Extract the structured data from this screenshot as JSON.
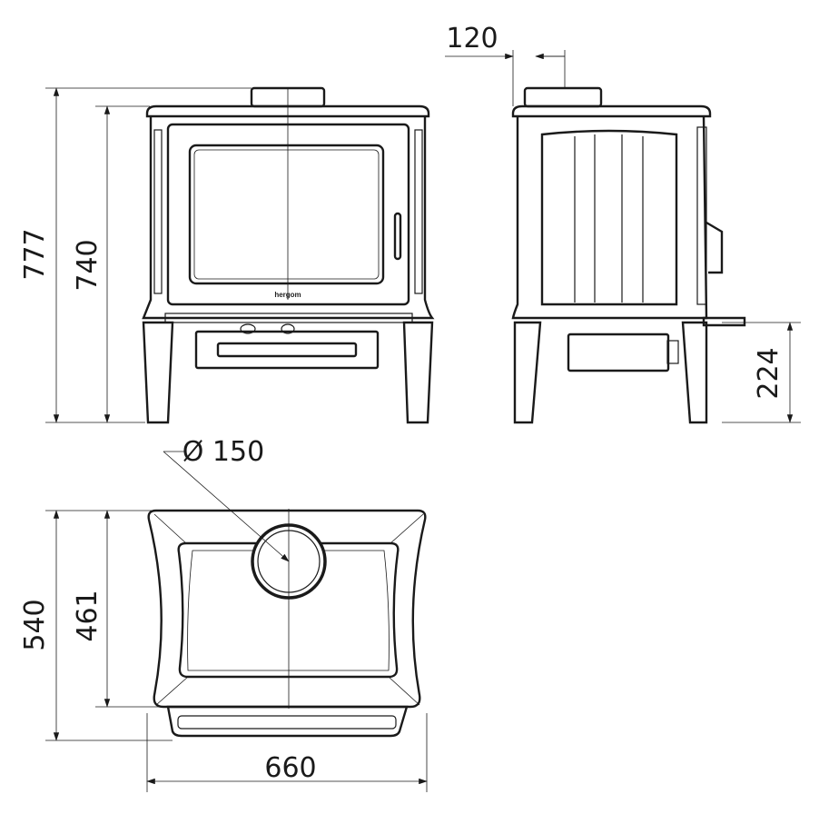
{
  "title": "Stove dimension drawing",
  "brand": "hergom",
  "dimensions": {
    "total_height": "777",
    "body_height": "740",
    "flue_offset": "120",
    "platform_height": "224",
    "flue_diameter": "Ø 150",
    "total_depth": "540",
    "body_depth": "461",
    "width": "660"
  }
}
